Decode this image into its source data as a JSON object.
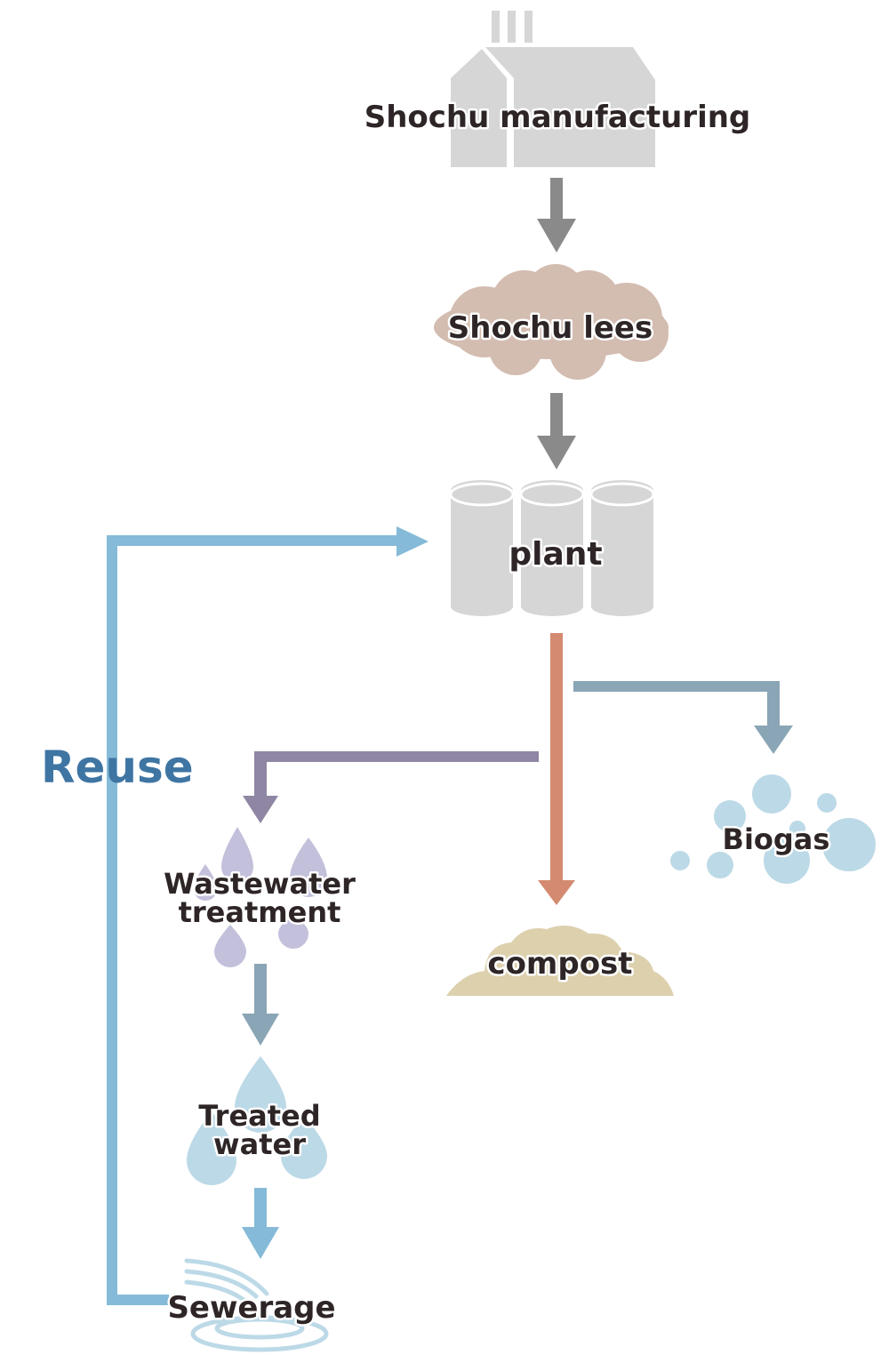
{
  "diagram": {
    "title": "Shochu lees recycling flow",
    "nodes": {
      "manufacturing": {
        "label": "Shochu manufacturing",
        "icon": "factory-icon"
      },
      "lees": {
        "label": "Shochu lees",
        "icon": "cloud-icon"
      },
      "plant": {
        "label": "plant",
        "icon": "tanks-icon"
      },
      "biogas": {
        "label": "Biogas",
        "icon": "bubbles-icon"
      },
      "wastewater": {
        "label_line1": "Wastewater",
        "label_line2": "treatment",
        "icon": "droplets-icon"
      },
      "compost": {
        "label": "compost",
        "icon": "mound-icon"
      },
      "treated": {
        "label_line1": "Treated",
        "label_line2": "water",
        "icon": "water-drops-icon"
      },
      "sewerage": {
        "label": "Sewerage",
        "icon": "ripple-icon"
      }
    },
    "edges": [
      {
        "from": "manufacturing",
        "to": "lees"
      },
      {
        "from": "lees",
        "to": "plant"
      },
      {
        "from": "plant",
        "to": "compost"
      },
      {
        "from": "plant",
        "to": "biogas"
      },
      {
        "from": "plant",
        "to": "wastewater"
      },
      {
        "from": "wastewater",
        "to": "treated"
      },
      {
        "from": "treated",
        "to": "sewerage"
      },
      {
        "from": "sewerage",
        "to": "plant",
        "label": "Reuse"
      }
    ],
    "reuse_label": "Reuse",
    "colors": {
      "gray_arrow": "#8a8a8a",
      "building": "#d6d6d7",
      "lees": "#d3bcb0",
      "compost_arrow": "#d48a70",
      "biogas_arrow": "#8aa5b5",
      "wastewater_arrow": "#8f86a3",
      "reuse": "#85bad8",
      "reuse_text": "#3f75a3",
      "bubbles": "#bcd9e7",
      "droplets": "#c3c0db",
      "compost": "#ddd0ad"
    }
  }
}
